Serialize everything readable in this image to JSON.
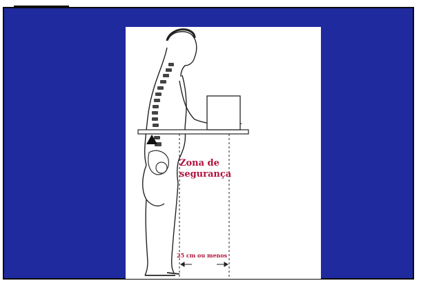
{
  "slide": {
    "background_color": "#1f2a9e",
    "figure": {
      "safety_zone_label_line1": "Zona de",
      "safety_zone_label_line2": "segurança",
      "distance_label": "25 cm ou menos",
      "label_color": "#b0123c"
    }
  }
}
